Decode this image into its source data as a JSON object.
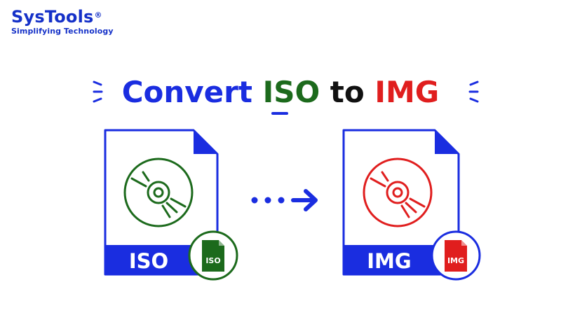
{
  "logo": {
    "name": "SysTools",
    "registered": "®",
    "tagline": "Simplifying Technology"
  },
  "headline": {
    "word_convert": "Convert",
    "word_source": "ISO",
    "word_to": "to",
    "word_target": "IMG"
  },
  "source_file": {
    "label": "ISO",
    "badge_label": "ISO",
    "disc_color": "#1c6a1c",
    "icon": "disc-icon"
  },
  "target_file": {
    "label": "IMG",
    "badge_label": "IMG",
    "disc_color": "#e01e1e",
    "icon": "disc-icon"
  },
  "colors": {
    "brand_blue": "#1a2de0",
    "iso_green": "#1c6a1c",
    "img_red": "#e01e1e"
  },
  "arrow": {
    "icon": "dotted-arrow-right-icon"
  }
}
